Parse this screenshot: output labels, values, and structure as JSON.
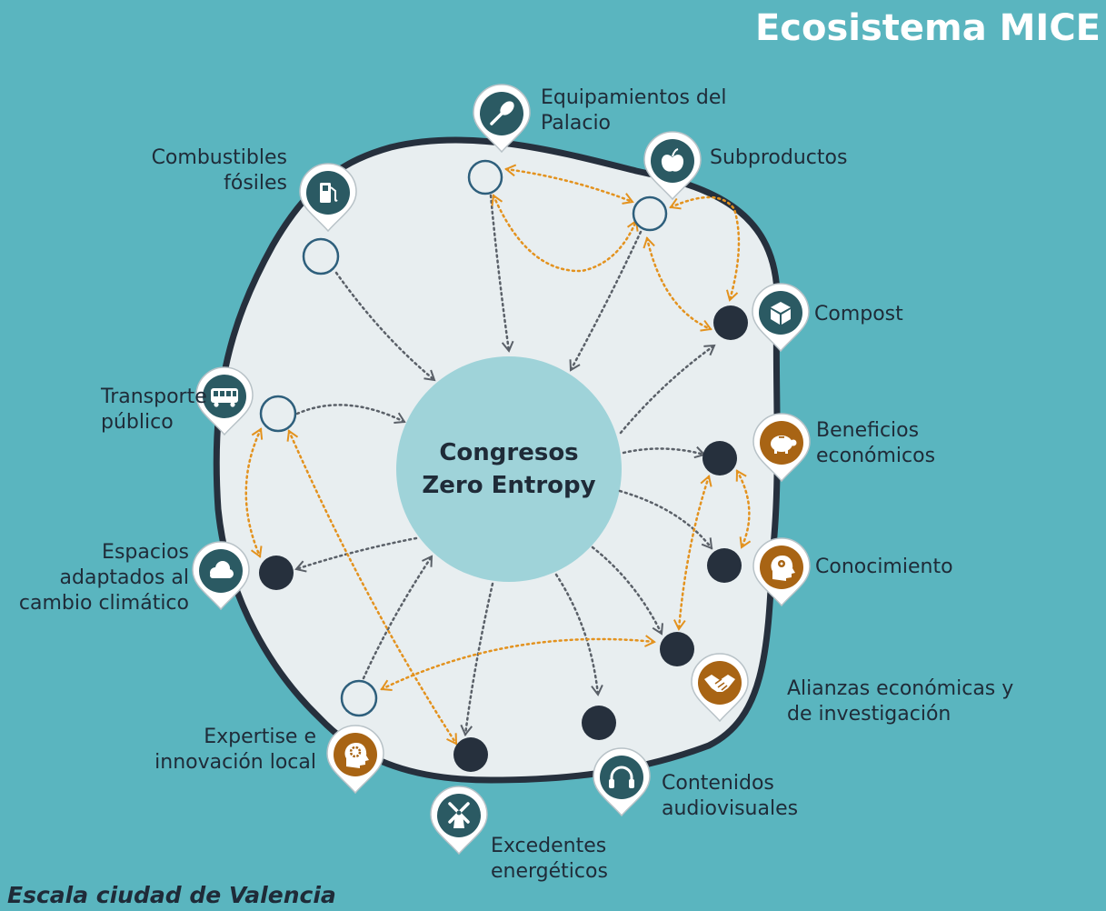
{
  "header": {
    "title": "Ecosistema MICE"
  },
  "footer": {
    "subtitle": "Escala ciudad de Valencia"
  },
  "center": {
    "line1": "Congresos",
    "line2": "Zero Entropy"
  },
  "colors": {
    "background": "#5ab5bf",
    "ecosystem_fill": "#e8eef0",
    "outline": "#26303d",
    "center_fill": "#9fd3d9",
    "dark_teal_pin": "#2b5a63",
    "brown_pin": "#a86414",
    "orange_link": "#e3921e",
    "grey_link": "#5a6068"
  },
  "nodes": {
    "equipamientos": {
      "line1": "Equipamientos del",
      "line2": "Palacio",
      "icon": "spoon-icon"
    },
    "subproductos": {
      "line1": "Subproductos",
      "icon": "apple-icon"
    },
    "combustibles": {
      "line1": "Combustibles",
      "line2": "fósiles",
      "icon": "fuel-pump-icon"
    },
    "compost": {
      "line1": "Compost",
      "icon": "box-icon"
    },
    "transporte": {
      "line1": "Transporte",
      "line2": "público",
      "icon": "bus-icon"
    },
    "beneficios": {
      "line1": "Beneficios",
      "line2": "económicos",
      "icon": "piggy-bank-icon"
    },
    "conocimiento": {
      "line1": "Conocimiento",
      "icon": "brain-gears-icon"
    },
    "espacios": {
      "line1": "Espacios",
      "line2": "adaptados al",
      "line3": "cambio climático",
      "icon": "cloud-icon"
    },
    "alianzas": {
      "line1": "Alianzas económicas y",
      "line2": "de investigación",
      "icon": "handshake-icon"
    },
    "expertise": {
      "line1": "Expertise e",
      "line2": "innovación local",
      "icon": "head-gear-icon"
    },
    "contenidos": {
      "line1": "Contenidos",
      "line2": "audiovisuales",
      "icon": "headphones-icon"
    },
    "excedentes": {
      "line1": "Excedentes",
      "line2": "energéticos",
      "icon": "windmill-icon"
    }
  }
}
